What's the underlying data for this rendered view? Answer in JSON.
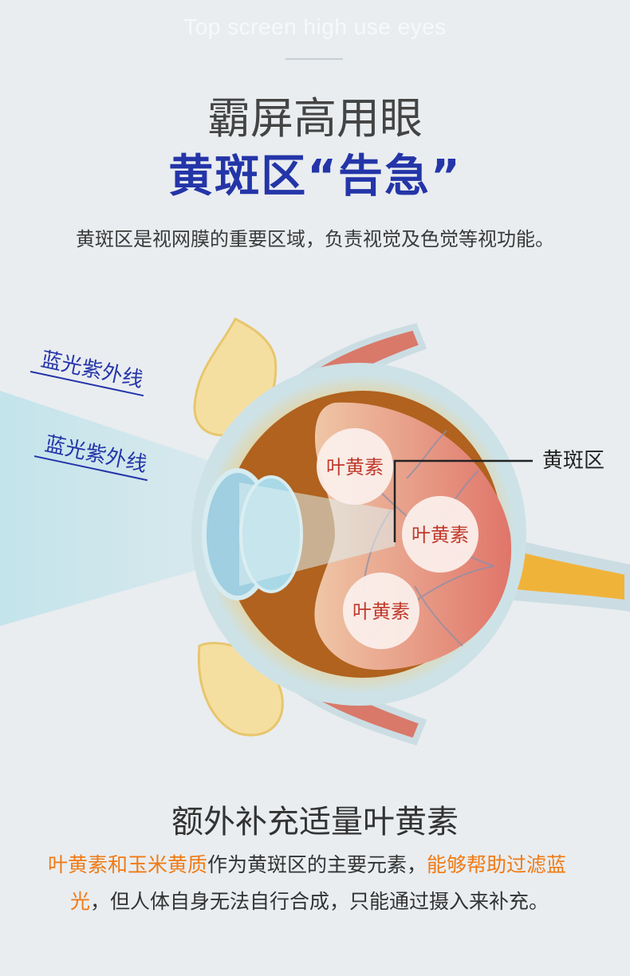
{
  "header": {
    "eyebrow": "Top screen high use eyes",
    "title_line1": "霸屏高用眼",
    "title_line2": "黄斑区“告急”",
    "intro": "黄斑区是视网膜的重要区域，负责视觉及色觉等视功能。"
  },
  "illustration": {
    "light_label_1": "蓝光紫外线",
    "light_label_2": "蓝光紫外线",
    "macula_label": "黄斑区",
    "lutein_labels": [
      "叶黄素",
      "叶黄素",
      "叶黄素"
    ]
  },
  "footer": {
    "subhead": "额外补充适量叶黄素",
    "body_hl1": "叶黄素和玉米黄质",
    "body_text1": "作为黄斑区的主要元素，",
    "body_hl2": "能够帮助过滤蓝",
    "body_hl3": "光",
    "body_text2": "，但人体自身无法自行合成，只能通过摄入来补充。"
  },
  "colors": {
    "background": "#e9edf0",
    "title_blue": "#2435a8",
    "highlight_orange": "#f07a14",
    "lutein_red": "#c0392b"
  }
}
